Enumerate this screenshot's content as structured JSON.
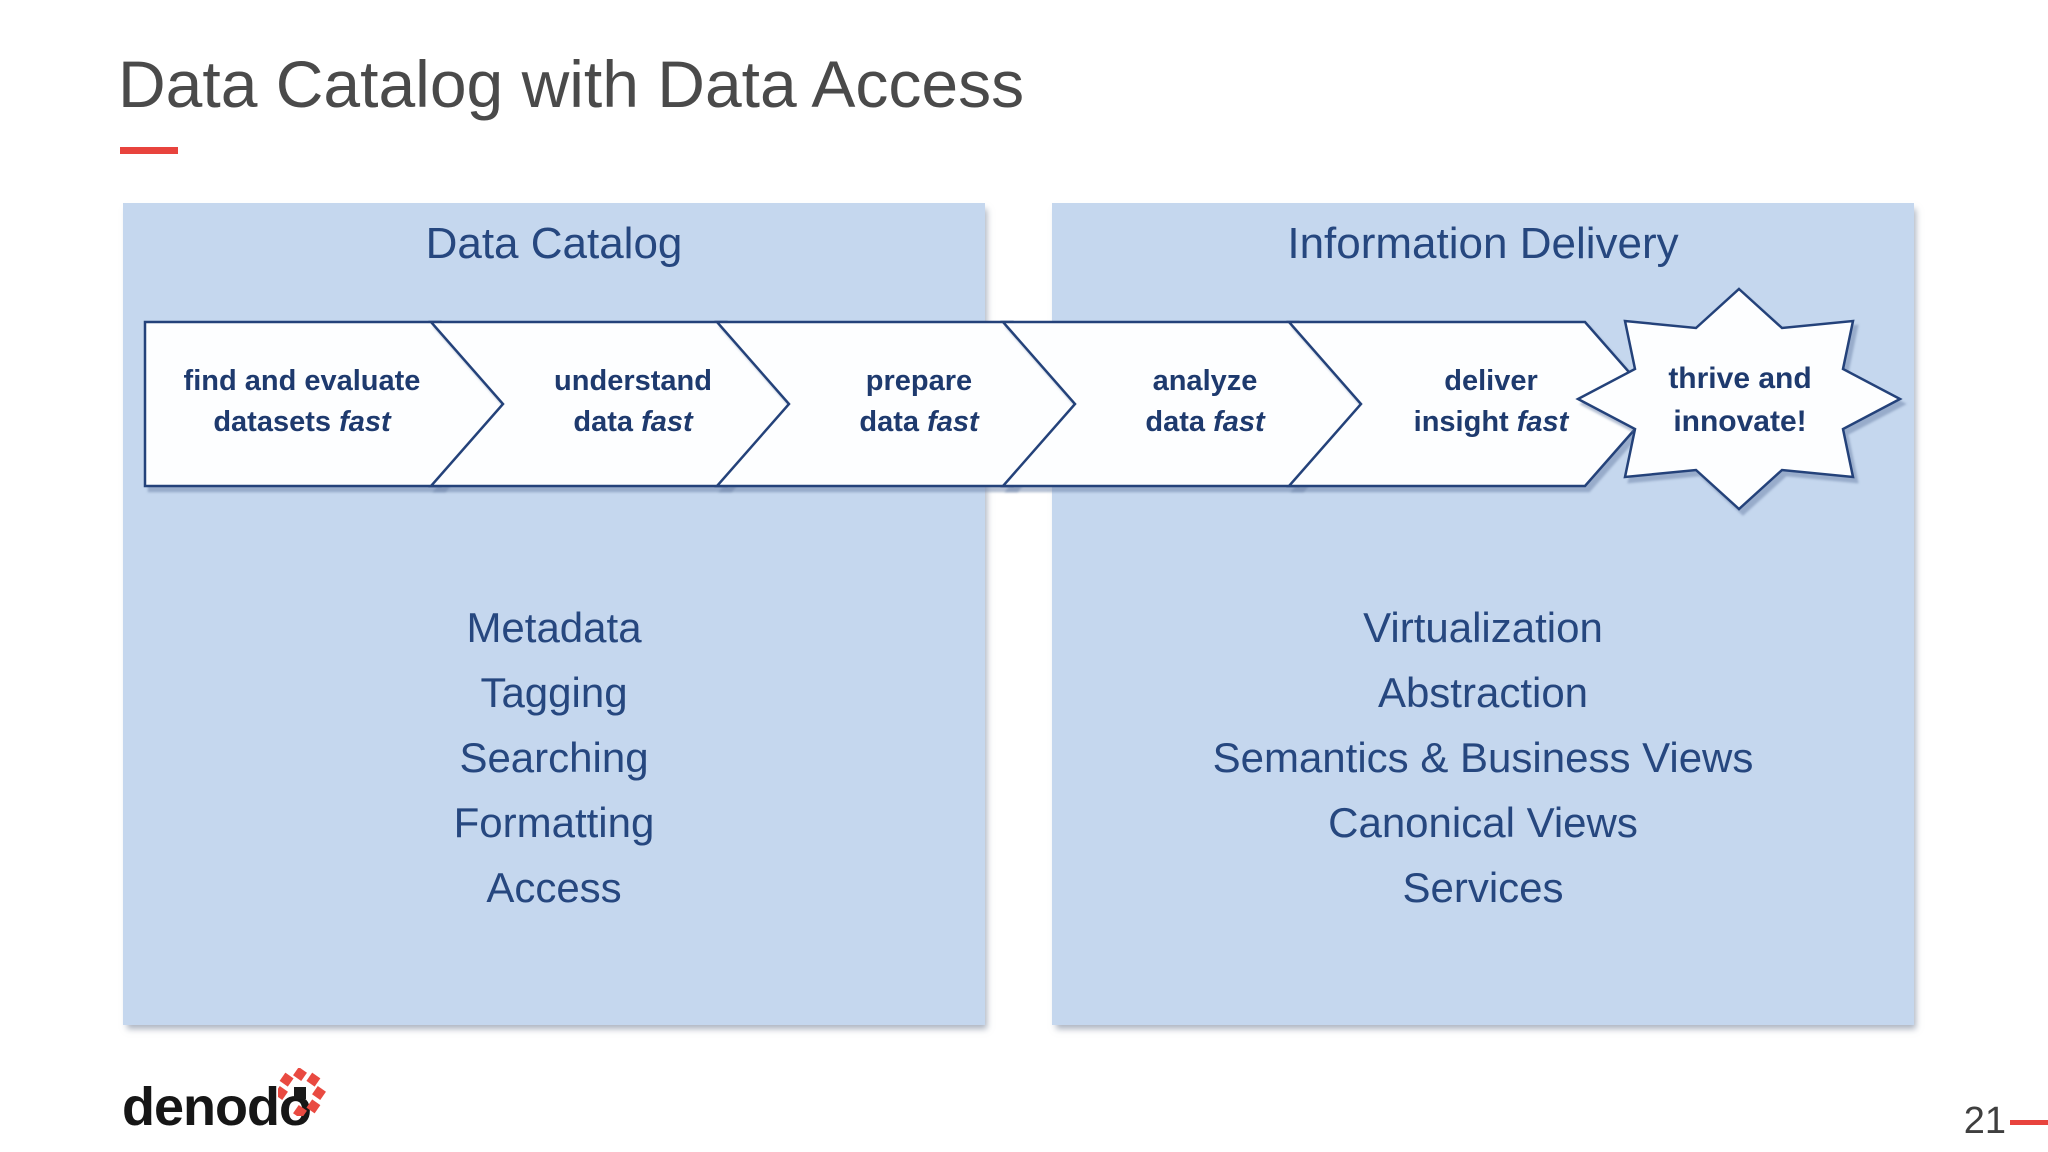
{
  "slide": {
    "title": "Data Catalog with Data Access",
    "page_number": "21"
  },
  "panels": [
    {
      "title": "Data Catalog",
      "items": [
        "Metadata",
        "Tagging",
        "Searching",
        "Formatting",
        "Access"
      ]
    },
    {
      "title": "Information Delivery",
      "items": [
        "Virtualization",
        "Abstraction",
        "Semantics & Business Views",
        "Canonical Views",
        "Services"
      ]
    }
  ],
  "flow": {
    "steps": [
      {
        "line1": "find and evaluate",
        "line2": "datasets",
        "emphasis": "fast"
      },
      {
        "line1": "understand",
        "line2": "data",
        "emphasis": "fast"
      },
      {
        "line1": "prepare",
        "line2": "data",
        "emphasis": "fast"
      },
      {
        "line1": "analyze",
        "line2": "data",
        "emphasis": "fast"
      },
      {
        "line1": "deliver",
        "line2": "insight",
        "emphasis": "fast"
      }
    ],
    "finale": {
      "line1": "thrive and",
      "line2": "innovate!"
    }
  },
  "logo": {
    "text": "denodo"
  },
  "colors": {
    "panel_fill": "#c5d7ee",
    "shape_stroke_navy": "#24427a",
    "text_navy": "#26477f",
    "chevron_text_navy": "#1e3a6e",
    "title_gray": "#4a4a4a",
    "accent_red": "#e8433d",
    "logo_black": "#161616",
    "logo_dot_red": "#e94a41"
  }
}
